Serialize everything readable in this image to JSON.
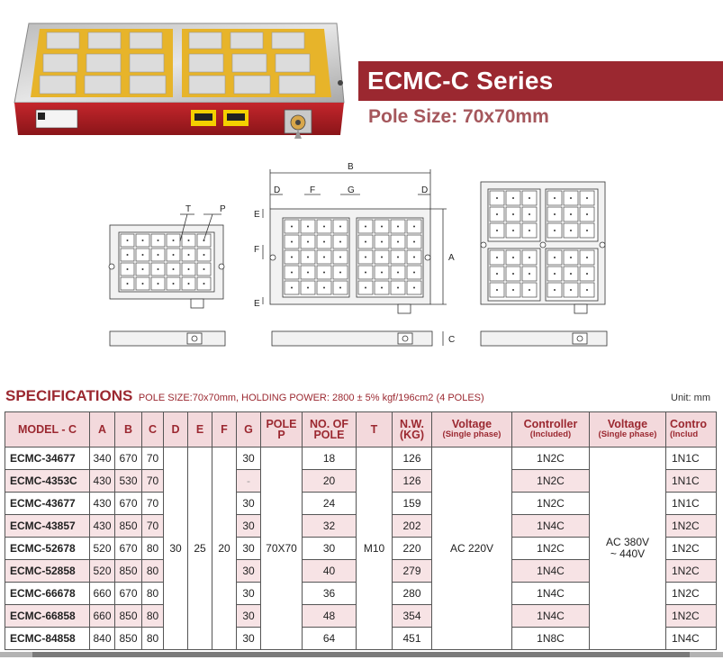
{
  "banner": {
    "title": "ECMC-C Series",
    "pole_size": "Pole Size: 70x70mm"
  },
  "drawing_labels": {
    "B": "B",
    "D1": "D",
    "F_top": "F",
    "G": "G",
    "D2": "D",
    "E1": "E",
    "F_side": "F",
    "E2": "E",
    "A": "A",
    "T": "T",
    "P": "P",
    "C": "C"
  },
  "spec": {
    "title": "SPECIFICATIONS",
    "subtitle": "POLE SIZE:70x70mm, HOLDING POWER: 2800 ± 5% kgf/196cm2 (4 POLES)",
    "unit": "Unit: mm"
  },
  "table": {
    "headers": {
      "model": "MODEL - C",
      "a": "A",
      "b": "B",
      "c": "C",
      "d": "D",
      "e": "E",
      "f": "F",
      "g": "G",
      "pole_1": "POLE",
      "pole_2": "P",
      "nopole_1": "NO. OF",
      "nopole_2": "POLE",
      "t": "T",
      "nw_1": "N.W.",
      "nw_2": "(KG)",
      "volt1_1": "Voltage",
      "volt1_2": "(Single phase)",
      "ctrl1_1": "Controller",
      "ctrl1_2": "(Included)",
      "volt2_1": "Voltage",
      "volt2_2": "(Single phase)",
      "ctrl2_1": "Contro",
      "ctrl2_2": "(Includ"
    },
    "merged": {
      "d": "30",
      "e": "25",
      "f": "20",
      "pole": "70X70",
      "t": "M10",
      "volt1": "AC 220V",
      "volt2_1": "AC 380V",
      "volt2_2": "~ 440V"
    },
    "rows": [
      {
        "model": "ECMC-34677",
        "a": "340",
        "b": "670",
        "c": "70",
        "g": "30",
        "poles": "18",
        "nw": "126",
        "ctrl1": "1N2C",
        "ctrl2": "1N1C"
      },
      {
        "model": "ECMC-4353C",
        "a": "430",
        "b": "530",
        "c": "70",
        "g": "-",
        "poles": "20",
        "nw": "126",
        "ctrl1": "1N2C",
        "ctrl2": "1N1C"
      },
      {
        "model": "ECMC-43677",
        "a": "430",
        "b": "670",
        "c": "70",
        "g": "30",
        "poles": "24",
        "nw": "159",
        "ctrl1": "1N2C",
        "ctrl2": "1N1C"
      },
      {
        "model": "ECMC-43857",
        "a": "430",
        "b": "850",
        "c": "70",
        "g": "30",
        "poles": "32",
        "nw": "202",
        "ctrl1": "1N4C",
        "ctrl2": "1N2C"
      },
      {
        "model": "ECMC-52678",
        "a": "520",
        "b": "670",
        "c": "80",
        "g": "30",
        "poles": "30",
        "nw": "220",
        "ctrl1": "1N2C",
        "ctrl2": "1N2C"
      },
      {
        "model": "ECMC-52858",
        "a": "520",
        "b": "850",
        "c": "80",
        "g": "30",
        "poles": "40",
        "nw": "279",
        "ctrl1": "1N4C",
        "ctrl2": "1N2C"
      },
      {
        "model": "ECMC-66678",
        "a": "660",
        "b": "670",
        "c": "80",
        "g": "30",
        "poles": "36",
        "nw": "280",
        "ctrl1": "1N4C",
        "ctrl2": "1N2C"
      },
      {
        "model": "ECMC-66858",
        "a": "660",
        "b": "850",
        "c": "80",
        "g": "30",
        "poles": "48",
        "nw": "354",
        "ctrl1": "1N4C",
        "ctrl2": "1N2C"
      },
      {
        "model": "ECMC-84858",
        "a": "840",
        "b": "850",
        "c": "80",
        "g": "30",
        "poles": "64",
        "nw": "451",
        "ctrl1": "1N8C",
        "ctrl2": "1N4C"
      }
    ]
  }
}
